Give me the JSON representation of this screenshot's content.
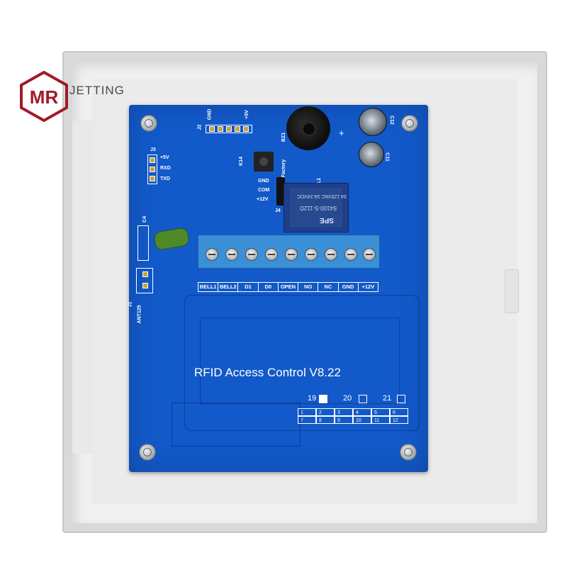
{
  "brand": {
    "name": "JETTING",
    "logo_letters": "MR"
  },
  "pcb": {
    "title": "RFID Access Control V8.22",
    "headers": {
      "j2_label": "J2",
      "j2_gnd": "GND",
      "j2_5v": "+5V",
      "j3_label": "J3",
      "j3_pins": [
        "+5V",
        "RXD",
        "TXD"
      ],
      "k14": "K14",
      "factory": "Factory",
      "j4_label": "J4",
      "j4_pins": [
        "GND",
        "COM",
        "+12V"
      ],
      "bz1": "BZ1",
      "rl1": "RL1",
      "c4": "C4",
      "c11": "C11",
      "c12": "C12",
      "j1_label": "J1",
      "ant": "ANT125"
    },
    "terminal_labels": [
      "BELL1",
      "BELL2",
      "D1",
      "D0",
      "OPEN",
      "NO",
      "NC",
      "GND",
      "+12V"
    ],
    "relay_text": [
      "S4100-S-112D",
      "3A 125VAC  3A 24VDC",
      "SPE"
    ],
    "checkboxes": [
      "19",
      "20",
      "21"
    ],
    "number_grid": [
      [
        "1",
        "2",
        "3",
        "4",
        "5",
        "6"
      ],
      [
        "7",
        "8",
        "9",
        "10",
        "11",
        "12"
      ]
    ],
    "buzzer_plus": "+"
  },
  "colors": {
    "pcb": "#1259c9",
    "terminal": "#3a8fd7",
    "enclosure": "#d9d9d9",
    "logo": "#a01a28"
  }
}
